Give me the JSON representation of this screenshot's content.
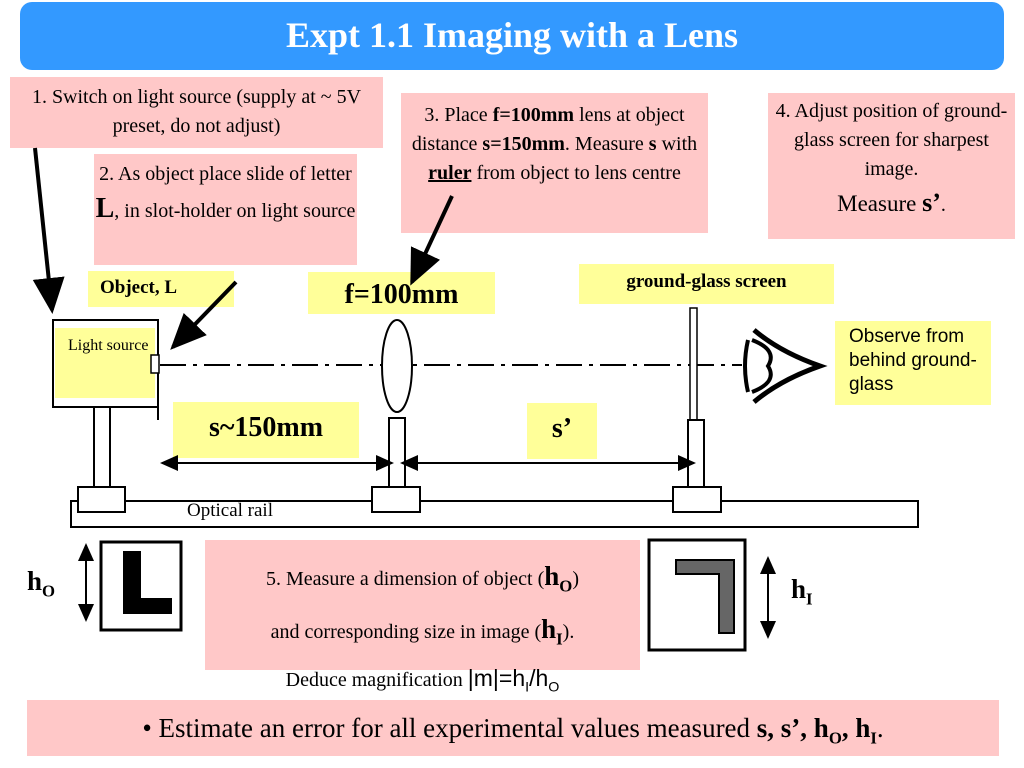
{
  "title": "Expt 1.1 Imaging with a Lens",
  "steps": {
    "step1": "1. Switch on light source (supply at ~ 5V preset, do not adjust)",
    "step2": {
      "pre": "2. As object place slide of letter ",
      "letter": "L",
      "post": ", in slot-holder on light source"
    },
    "step3": {
      "a": "3. Place ",
      "f": "f=100mm",
      "b": " lens at object distance ",
      "s": "s=150mm",
      "c": ". Measure ",
      "s2": "s",
      "d": " with ",
      "ruler": "ruler",
      "e": " from object to lens centre"
    },
    "step4": {
      "text": "4. Adjust position of ground-glass screen for sharpest image.",
      "measure": "Measure ",
      "sprime": "s’",
      "end": "."
    },
    "step5": {
      "a": "5. Measure a dimension of object (",
      "ho": "h",
      "ho_sub": "O",
      "b": ")",
      "c": "and corresponding size in image (",
      "hi": "h",
      "hi_sub": "I",
      "d": ").",
      "e": "Deduce magnification ",
      "formula": "|m|=h",
      "f_sub1": "I",
      "f_mid": "/h",
      "f_sub2": "O"
    }
  },
  "labels": {
    "object": "Object, L",
    "lens": "f=100mm",
    "screen": "ground-glass screen",
    "light_source": "Light source",
    "observe": "Observe from behind ground-glass",
    "s_distance": "s~150mm",
    "s_prime": "s’",
    "rail": "Optical rail",
    "ho": "h",
    "ho_sub": "O",
    "hi": "h",
    "hi_sub": "I"
  },
  "footer": {
    "bullet": "• ",
    "text": "Estimate an error for all experimental values measured ",
    "vars": "s, s’, h",
    "sub1": "O",
    "comma": ", h",
    "sub2": "I",
    "end": "."
  },
  "colors": {
    "title_bg": "#3399ff",
    "note_bg": "#ffc8c8",
    "label_bg": "#ffff99",
    "image_gray": "#666666"
  }
}
